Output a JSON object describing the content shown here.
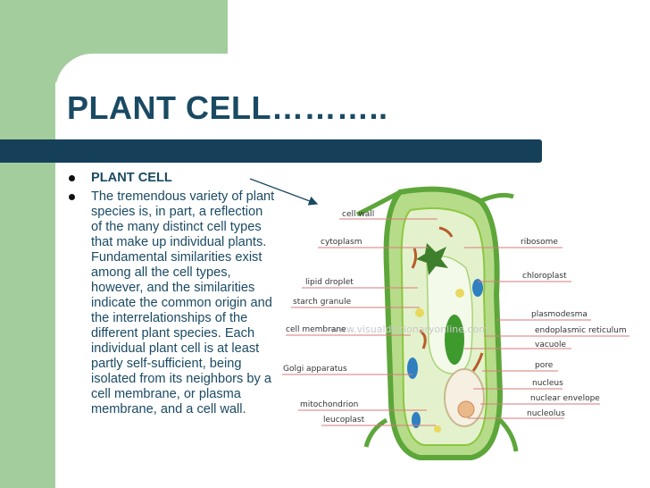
{
  "title": "PLANT CELL………..",
  "bullets": [
    "PLANT CELL",
    "The tremendous variety of plant species is, in part, a reflection of the many distinct cell types that make up individual plants. Fundamental similarities exist among all the cell types, however, and the similarities indicate the common origin and the interrelationships of the different plant species. Each individual plant cell is at least partly self-sufficient, being isolated from its neighbors by a cell membrane, or plasma membrane, and a cell wall."
  ],
  "diagram": {
    "watermark": "www.visualdictionaryonline.com",
    "labels": {
      "cell_wall": "cell wall",
      "cytoplasm": "cytoplasm",
      "ribosome": "ribosome",
      "lipid_droplet": "lipid droplet",
      "chloroplast": "chloroplast",
      "starch_granule": "starch granule",
      "plasmodesma": "plasmodesma",
      "cell_membrane": "cell membrane",
      "endoplasmic_reticulum": "endoplasmic reticulum",
      "vacuole": "vacuole",
      "golgi_apparatus": "Golgi apparatus",
      "pore": "pore",
      "nucleus": "nucleus",
      "nuclear_envelope": "nuclear envelope",
      "mitochondrion": "mitochondrion",
      "nucleolus": "nucleolus",
      "leucoplast": "leucoplast"
    }
  },
  "colors": {
    "accent_green": "#a3cd9c",
    "title_blue": "#1a4a63",
    "bar_blue": "#16405a",
    "cell_green": "#8cc63f",
    "label_line": "#d97a7a"
  }
}
